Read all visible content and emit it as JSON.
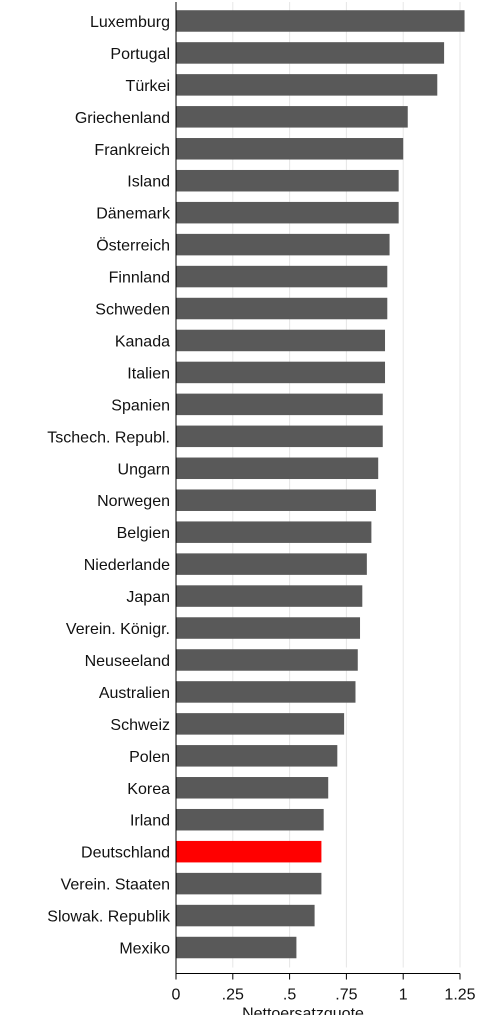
{
  "chart_data": {
    "type": "bar",
    "orientation": "horizontal",
    "xlabel": "Nettoersatzquote",
    "xlim": [
      0,
      1.28
    ],
    "xticks": [
      0,
      0.25,
      0.5,
      0.75,
      1,
      1.25
    ],
    "xtick_labels": [
      "0",
      ".25",
      ".5",
      ".75",
      "1",
      "1.25"
    ],
    "grid": "vertical",
    "bar_color": "#595959",
    "highlight_color": "#ff0000",
    "highlight_category": "Deutschland",
    "categories": [
      "Luxemburg",
      "Portugal",
      "Türkei",
      "Griechenland",
      "Frankreich",
      "Island",
      "Dänemark",
      "Österreich",
      "Finnland",
      "Schweden",
      "Kanada",
      "Italien",
      "Spanien",
      "Tschech. Republ.",
      "Ungarn",
      "Norwegen",
      "Belgien",
      "Niederlande",
      "Japan",
      "Verein. Königr.",
      "Neuseeland",
      "Australien",
      "Schweiz",
      "Polen",
      "Korea",
      "Irland",
      "Deutschland",
      "Verein. Staaten",
      "Slowak. Republik",
      "Mexiko"
    ],
    "values": [
      1.27,
      1.18,
      1.15,
      1.02,
      1.0,
      0.98,
      0.98,
      0.94,
      0.93,
      0.93,
      0.92,
      0.92,
      0.91,
      0.91,
      0.89,
      0.88,
      0.86,
      0.84,
      0.82,
      0.81,
      0.8,
      0.79,
      0.74,
      0.71,
      0.67,
      0.65,
      0.64,
      0.64,
      0.61,
      0.53
    ]
  }
}
